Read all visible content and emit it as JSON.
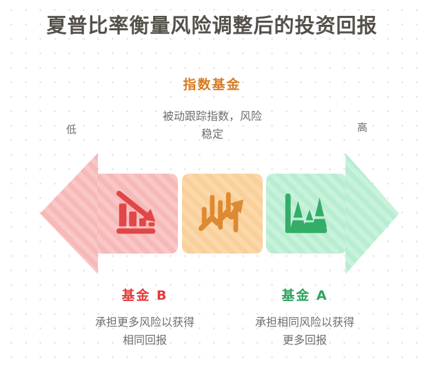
{
  "title": "夏普比率衡量风险调整后的投资回报",
  "scale": {
    "low": "低",
    "high": "高"
  },
  "center": {
    "heading": "指数基金",
    "desc_line1": "被动跟踪指数，风险",
    "desc_line2": "稳定"
  },
  "fund_b": {
    "name": "基金 B",
    "desc_line1": "承担更多风险以获得",
    "desc_line2": "相同回报"
  },
  "fund_a": {
    "name": "基金 A",
    "desc_line1": "承担相同风险以获得",
    "desc_line2": "更多回报"
  },
  "icons": {
    "left": "declining-bar-chart-icon",
    "middle": "candlestick-uptrend-icon",
    "right": "peak-bars-chart-icon"
  },
  "colors": {
    "title_text": "#55504a",
    "body_text": "#6d6d6d",
    "pink_fill": "#f9c7c7",
    "pink_stripe": "#f7b8b8",
    "red_icon": "#e14747",
    "red_text": "#e03c3c",
    "orange_fill": "#fbd8aa",
    "orange_stripe": "#f9cf9a",
    "orange_icon": "#dd8a33",
    "orange_text": "#d87b20",
    "green_fill": "#c7f2db",
    "green_stripe": "#b9edd2",
    "green_icon": "#34ad68",
    "green_text": "#2ea25f"
  }
}
